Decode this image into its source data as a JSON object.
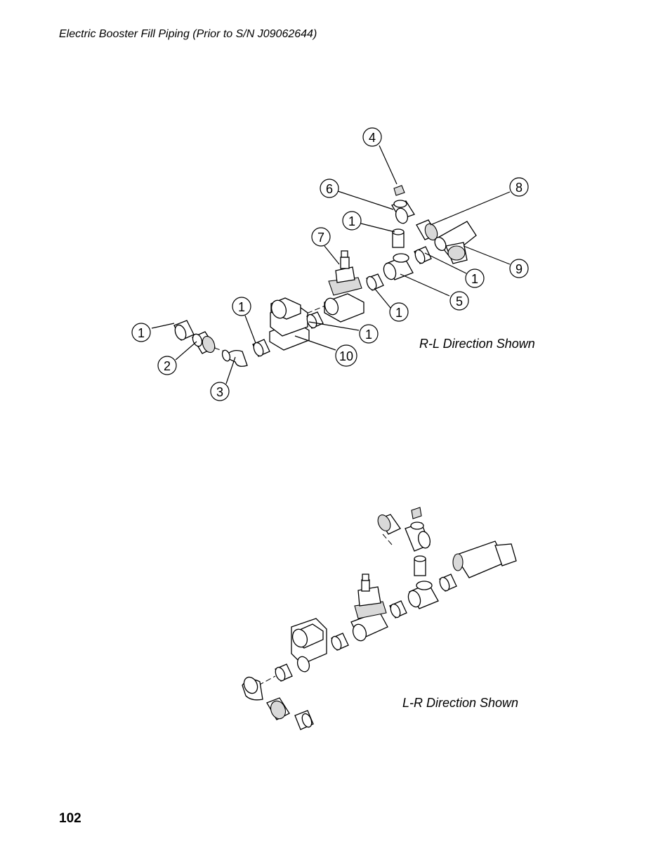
{
  "header": {
    "title": "Electric Booster Fill Piping (Prior to S/N J09062644)"
  },
  "diagrams": {
    "rl": {
      "caption": "R-L Direction Shown",
      "callouts": [
        "4",
        "6",
        "8",
        "1",
        "7",
        "9",
        "1",
        "5",
        "1",
        "1",
        "1",
        "10",
        "2",
        "3"
      ]
    },
    "lr": {
      "caption": "L-R Direction Shown"
    }
  },
  "footer": {
    "page_number": "102"
  }
}
